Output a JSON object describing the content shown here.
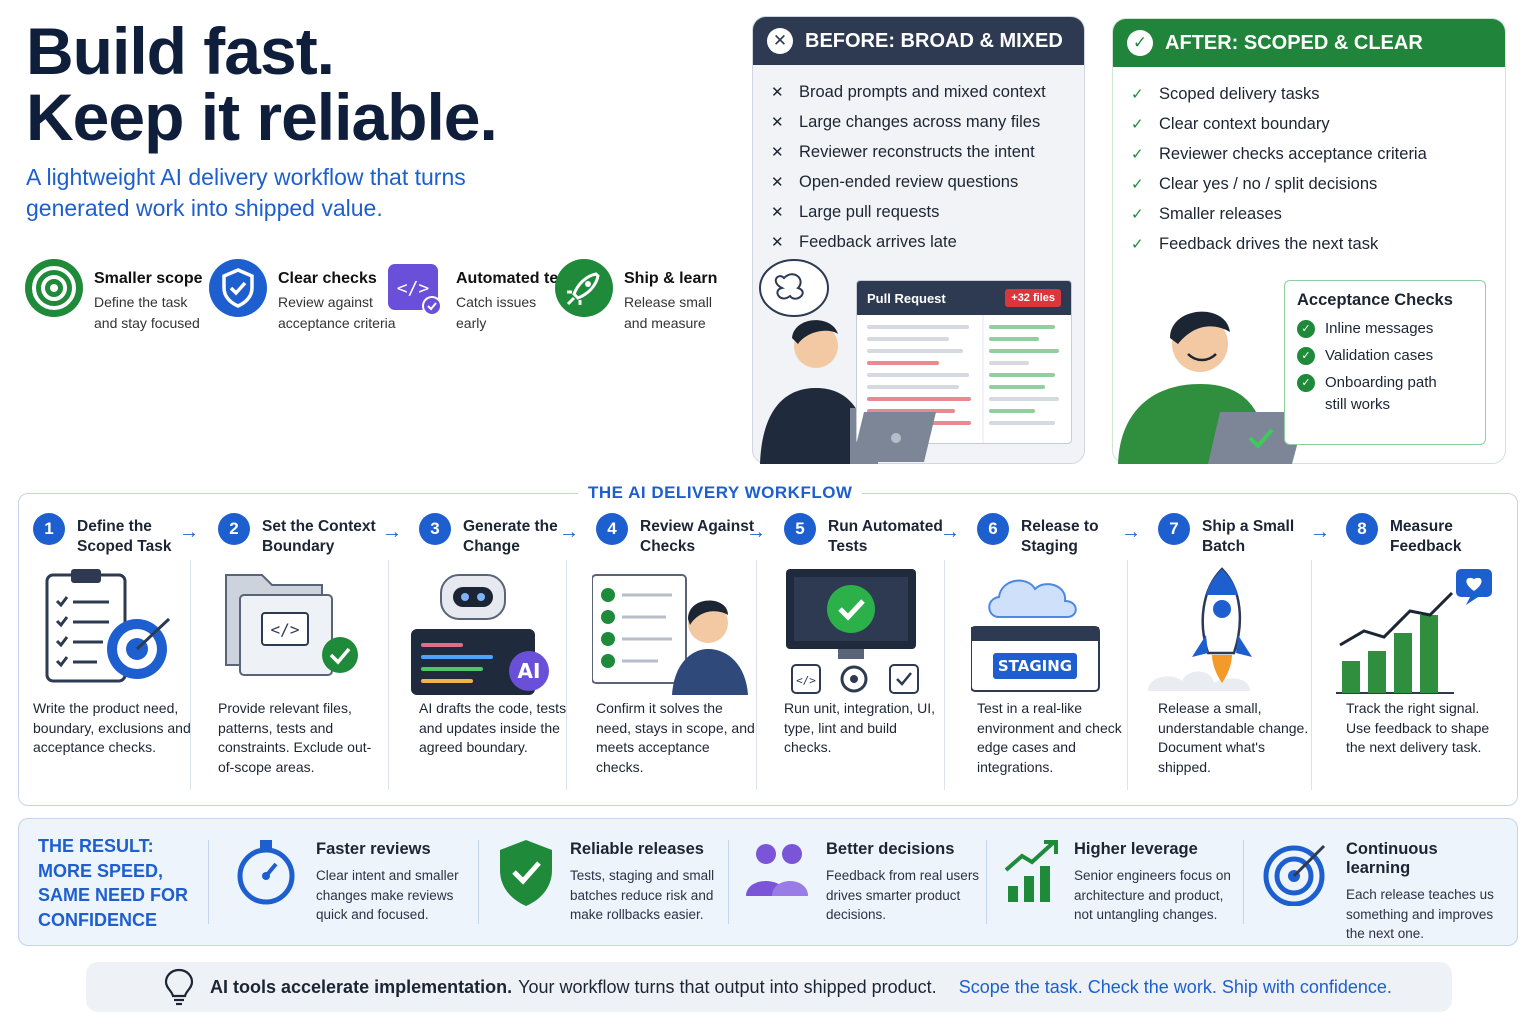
{
  "header": {
    "title_line1": "Build fast.",
    "title_line2": "Keep it reliable.",
    "subtitle": "A lightweight AI delivery workflow that turns generated work into shipped value."
  },
  "features": [
    {
      "title": "Smaller scope",
      "desc1": "Define the task",
      "desc2": "and stay focused",
      "icon": "target-icon"
    },
    {
      "title": "Clear checks",
      "desc1": "Review against",
      "desc2": "acceptance criteria",
      "icon": "shield-check-icon"
    },
    {
      "title": "Automated tests",
      "desc1": "Catch issues",
      "desc2": "early",
      "icon": "code-window-icon"
    },
    {
      "title": "Ship & learn",
      "desc1": "Release small",
      "desc2": "and measure",
      "icon": "rocket-icon"
    }
  ],
  "before": {
    "heading": "BEFORE: BROAD & MIXED",
    "items": [
      "Broad prompts and mixed context",
      "Large changes across many files",
      "Reviewer reconstructs the intent",
      "Open-ended review questions",
      "Large pull requests",
      "Feedback arrives late"
    ],
    "pr_title": "Pull Request",
    "pr_badge": "+32 files"
  },
  "after": {
    "heading": "AFTER: SCOPED & CLEAR",
    "items": [
      "Scoped delivery tasks",
      "Clear context boundary",
      "Reviewer checks acceptance criteria",
      "Clear yes / no / split decisions",
      "Smaller releases",
      "Feedback drives the next task"
    ],
    "acc_title": "Acceptance Checks",
    "acc_items": [
      "Inline messages",
      "Validation cases",
      "Onboarding path still works"
    ]
  },
  "workflow": {
    "title": "THE AI DELIVERY WORKFLOW",
    "steps": [
      {
        "num": "1",
        "title": "Define the Scoped Task",
        "desc": "Write the product need, boundary, exclusions and acceptance checks."
      },
      {
        "num": "2",
        "title": "Set the Context Boundary",
        "desc": "Provide relevant files, patterns, tests and constraints. Exclude out-of-scope areas."
      },
      {
        "num": "3",
        "title": "Generate the Change",
        "desc": "AI drafts the code, tests and updates inside the agreed boundary.",
        "badge": "AI"
      },
      {
        "num": "4",
        "title": "Review Against Checks",
        "desc": "Confirm it solves the need, stays in scope, and meets acceptance checks."
      },
      {
        "num": "5",
        "title": "Run Automated Tests",
        "desc": "Run unit, integration, UI, type, lint and build checks."
      },
      {
        "num": "6",
        "title": "Release to Staging",
        "desc": "Test in a real-like environment and check edge cases and integrations.",
        "badge": "STAGING"
      },
      {
        "num": "7",
        "title": "Ship a Small Batch",
        "desc": "Release a small, understandable change. Document what's shipped."
      },
      {
        "num": "8",
        "title": "Measure Feedback",
        "desc": "Track the right signal. Use feedback to shape the next delivery task."
      }
    ]
  },
  "result": {
    "heading_lines": [
      "THE RESULT:",
      "MORE SPEED,",
      "SAME NEED FOR",
      "CONFIDENCE"
    ],
    "items": [
      {
        "title": "Faster reviews",
        "desc": "Clear intent and smaller changes make reviews quick and focused.",
        "icon": "stopwatch-icon"
      },
      {
        "title": "Reliable releases",
        "desc": "Tests, staging and small batches reduce risk and make rollbacks easier.",
        "icon": "shield-check-icon"
      },
      {
        "title": "Better decisions",
        "desc": "Feedback from real users drives smarter product decisions.",
        "icon": "users-icon"
      },
      {
        "title": "Higher leverage",
        "desc": "Senior engineers focus on architecture and product, not untangling changes.",
        "icon": "growth-chart-icon"
      },
      {
        "title": "Continuous learning",
        "desc": "Each release teaches us something and improves the next one.",
        "icon": "target-icon"
      }
    ]
  },
  "footer": {
    "bold": "AI tools accelerate implementation.",
    "normal": "Your workflow turns that output into shipped product.",
    "accent": "Scope the task. Check the work. Ship with confidence.",
    "icon": "lightbulb-icon"
  },
  "colors": {
    "blue": "#1e5fd0",
    "green": "#1e8a3a",
    "navy": "#2e3a52",
    "red": "#d9363e"
  }
}
